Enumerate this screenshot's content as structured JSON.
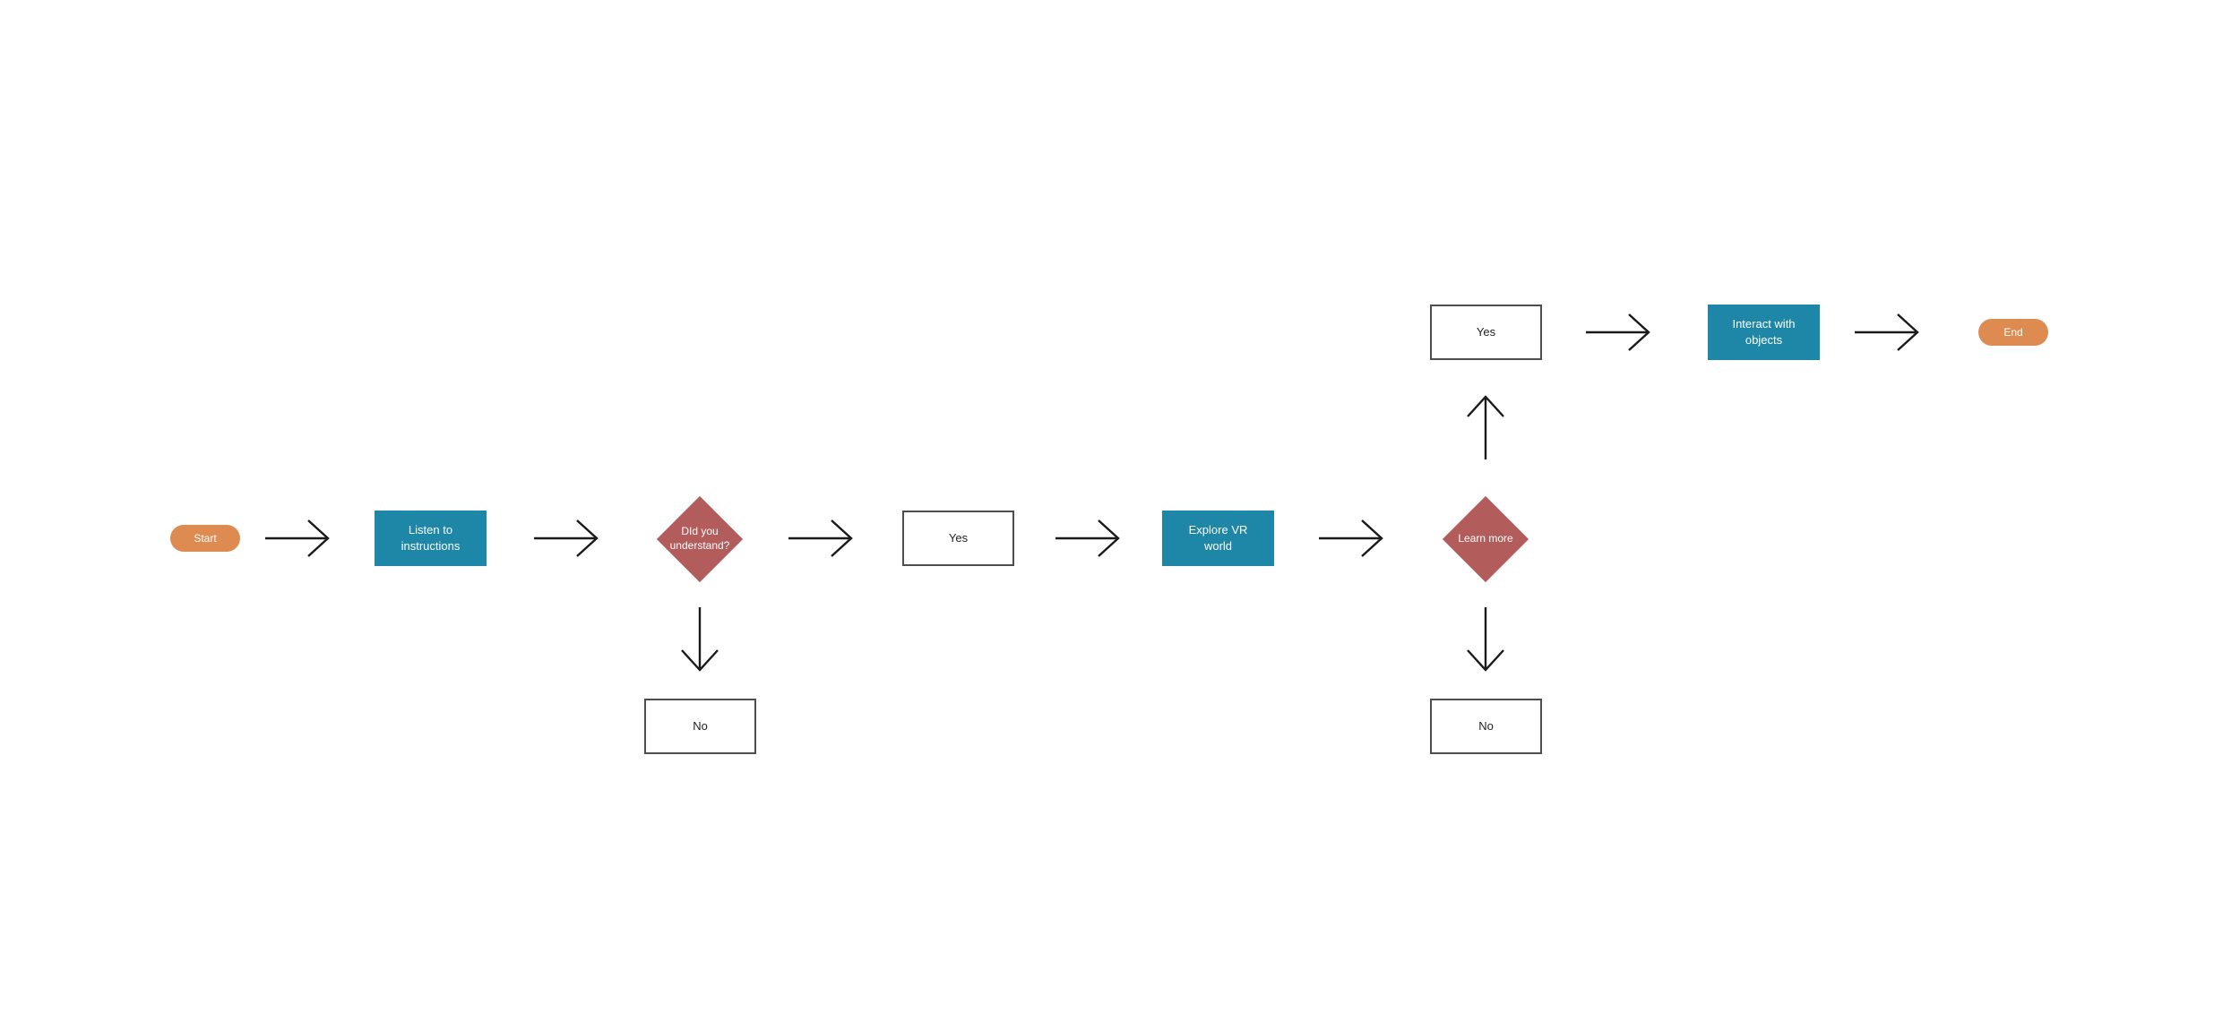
{
  "colors": {
    "canvas_bg": "#ffffff",
    "terminator_fill": "#de8b52",
    "process_fill": "#1e87a8",
    "decision_fill": "#b25c5c",
    "plain_box_fill": "#ffffff",
    "plain_box_border": "#4d4d4d",
    "arrow_stroke": "#1a1a1a",
    "text_on_fill": "#ffffff",
    "text_on_white": "#222222"
  },
  "flowchart": {
    "nodes": {
      "start": {
        "label": "Start",
        "shape": "terminator"
      },
      "listen_to_instructions": {
        "label": "Listen to instructions",
        "shape": "process"
      },
      "did_you_understand": {
        "label": "DId you understand?",
        "shape": "decision"
      },
      "yes_understand": {
        "label": "Yes",
        "shape": "rectangle"
      },
      "explore_vr_world": {
        "label": "Explore VR world",
        "shape": "process"
      },
      "learn_more": {
        "label": "Learn more",
        "shape": "decision"
      },
      "no_understand": {
        "label": "No",
        "shape": "rectangle"
      },
      "no_learn_more": {
        "label": "No",
        "shape": "rectangle"
      },
      "yes_learn_more": {
        "label": "Yes",
        "shape": "rectangle"
      },
      "interact_with_objects": {
        "label": "Interact with objects",
        "shape": "process"
      },
      "end": {
        "label": "End",
        "shape": "terminator"
      }
    },
    "edges": [
      {
        "from": "start",
        "to": "listen_to_instructions",
        "direction": "right"
      },
      {
        "from": "listen_to_instructions",
        "to": "did_you_understand",
        "direction": "right"
      },
      {
        "from": "did_you_understand",
        "to": "yes_understand",
        "direction": "right"
      },
      {
        "from": "did_you_understand",
        "to": "no_understand",
        "direction": "down"
      },
      {
        "from": "yes_understand",
        "to": "explore_vr_world",
        "direction": "right"
      },
      {
        "from": "explore_vr_world",
        "to": "learn_more",
        "direction": "right"
      },
      {
        "from": "learn_more",
        "to": "yes_learn_more",
        "direction": "up"
      },
      {
        "from": "learn_more",
        "to": "no_learn_more",
        "direction": "down"
      },
      {
        "from": "yes_learn_more",
        "to": "interact_with_objects",
        "direction": "right"
      },
      {
        "from": "interact_with_objects",
        "to": "end",
        "direction": "right"
      }
    ]
  }
}
